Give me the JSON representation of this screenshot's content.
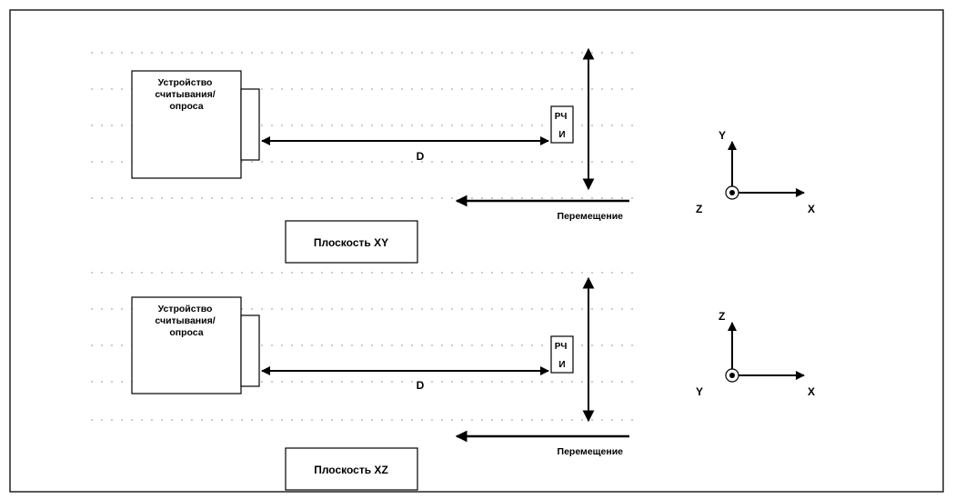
{
  "panels": [
    {
      "device_label_lines": [
        "Устройство",
        "считывания/",
        "опроса"
      ],
      "tag_label_lines": [
        "РЧ",
        "И"
      ],
      "distance_label": "D",
      "movement_label": "Перемещение",
      "plane_label": "Плоскость XY",
      "axes": {
        "up": "Y",
        "right": "X",
        "out_of_plane": "Z"
      }
    },
    {
      "device_label_lines": [
        "Устройство",
        "считывания/",
        "опроса"
      ],
      "tag_label_lines": [
        "РЧ",
        "И"
      ],
      "distance_label": "D",
      "movement_label": "Перемещение",
      "plane_label": "Плоскость XZ",
      "axes": {
        "up": "Z",
        "right": "X",
        "out_of_plane": "Y"
      }
    }
  ]
}
